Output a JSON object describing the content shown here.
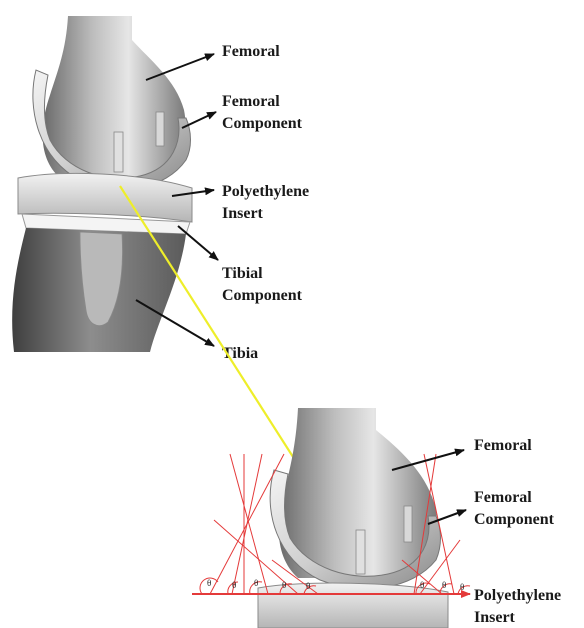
{
  "top_view": {
    "labels": {
      "femoral": "Femoral",
      "femoral_component_line1": "Femoral",
      "femoral_component_line2": "Component",
      "polyethylene_insert_line1": "Polyethylene",
      "polyethylene_insert_line2": "Insert",
      "tibial_component_line1": "Tibial",
      "tibial_component_line2": "Component",
      "tibia": "Tibia"
    }
  },
  "bottom_view": {
    "labels": {
      "femoral": "Femoral",
      "femoral_component_line1": "Femoral",
      "femoral_component_line2": "Component",
      "polyethylene_insert_line1": "Polyethylene",
      "polyethylene_insert_line2": "Insert"
    },
    "angle_symbol": "θ"
  },
  "colors": {
    "pointer_line": "#eeee2a",
    "angle_lines": "#e43a3a",
    "annotation_arrow": "#111111",
    "bone_light": "#d9d9d9",
    "bone_dark": "#5c5c5c"
  }
}
